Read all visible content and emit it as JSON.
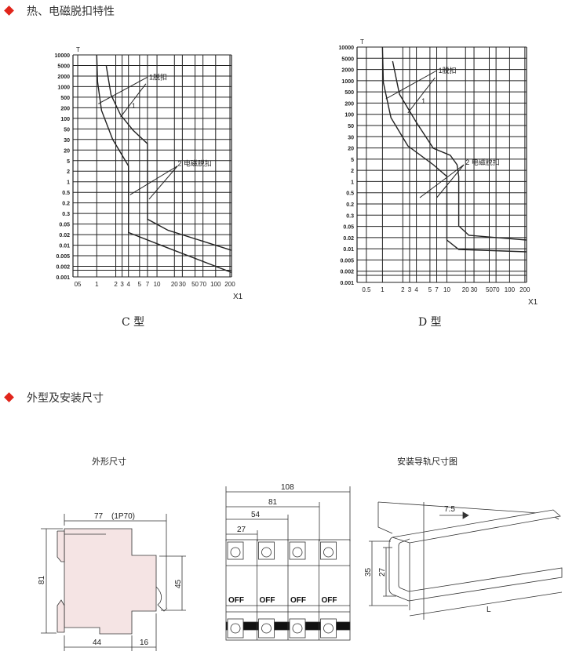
{
  "sections": {
    "trip": "热、电磁脱扣特性",
    "dims": "外型及安装尺寸"
  },
  "charts": {
    "c": {
      "caption": "C 型",
      "y_axis": "T",
      "x_axis": "X1",
      "y_ticks": [
        "10000",
        "5000",
        "2000",
        "1000",
        "500",
        "200",
        "100",
        "50",
        "30",
        "20",
        "5",
        "2",
        "1",
        "0.5",
        "0.2",
        "0.3",
        "0.05",
        "0.02",
        "0.01",
        "0.005",
        "0.002",
        "0.001"
      ],
      "x_ticks": [
        "05",
        "1",
        "2",
        "3",
        "4",
        "5",
        "7",
        "10",
        "20",
        "30",
        "50",
        "70",
        "100",
        "200"
      ],
      "label_thermal": "1脱扣",
      "label_one": "1",
      "label_magnetic": "2 电磁脱扣"
    },
    "d": {
      "caption": "D 型",
      "y_axis": "T",
      "x_axis": "X1",
      "y_ticks": [
        "10000",
        "5000",
        "2000",
        "1000",
        "500",
        "200",
        "100",
        "50",
        "30",
        "20",
        "5",
        "2",
        "1",
        "0.5",
        "0.2",
        "0.3",
        "0.05",
        "0.02",
        "0.01",
        "0.005",
        "0.002",
        "0.001"
      ],
      "x_ticks": [
        "0.5",
        "1",
        "2",
        "3",
        "4",
        "5",
        "7",
        "10",
        "20",
        "30",
        "50",
        "70",
        "100",
        "200"
      ],
      "label_thermal": "1脱扣",
      "label_one": "1",
      "label_magnetic": "2 电磁脱扣"
    }
  },
  "outline": {
    "title": "外形尺寸",
    "width": "77",
    "width_note": "(1P70)",
    "height": "81",
    "h45": "45",
    "base": "44",
    "front": "16"
  },
  "front": {
    "d108": "108",
    "d81": "81",
    "d54": "54",
    "d27": "27",
    "off": [
      "OFF",
      "OFF",
      "OFF",
      "OFF"
    ]
  },
  "rail": {
    "title": "安装导轨尺寸图",
    "d75": "7.5",
    "d35": "35",
    "d27": "27",
    "L": "L"
  }
}
